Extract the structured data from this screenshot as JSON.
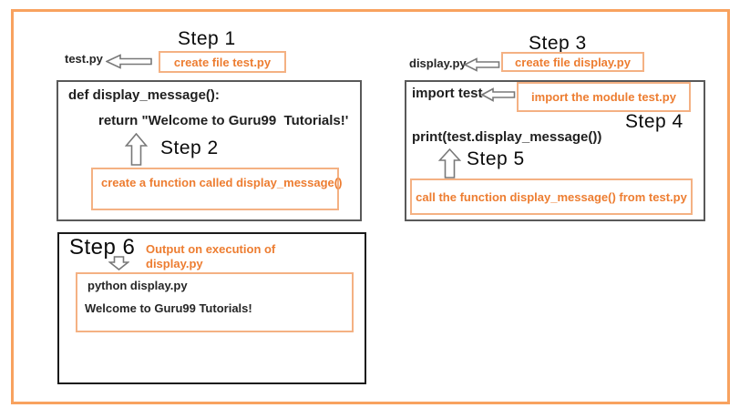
{
  "colors": {
    "frame_orange": "#f8a25f",
    "note_border_orange": "#f4b183",
    "accent_orange": "#ed7d31",
    "code_border_gray": "#595959",
    "text_black": "#1f1f1f"
  },
  "left_panel": {
    "step1_label": "Step 1",
    "file_label": "test.py",
    "create_note": "create file test.py",
    "code_line1": "def display_message():",
    "code_line2": "return \"Welcome to Guru99  Tutorials!'",
    "step2_label": "Step 2",
    "function_note": "create  a function called display_message()"
  },
  "right_panel": {
    "step3_label": "Step 3",
    "file_label": "display.py",
    "create_note": "create file display.py",
    "code_line1": "import test",
    "import_note": "import the module test.py",
    "step4_label": "Step 4",
    "code_line2": "print(test.display_message())",
    "step5_label": "Step 5",
    "call_note": "call the function display_message() from test.py"
  },
  "output_panel": {
    "step6_label": "Step 6",
    "caption_line1": "Output on execution of",
    "caption_line2": "display.py",
    "command": "python display.py",
    "output": "Welcome to Guru99 Tutorials!"
  }
}
